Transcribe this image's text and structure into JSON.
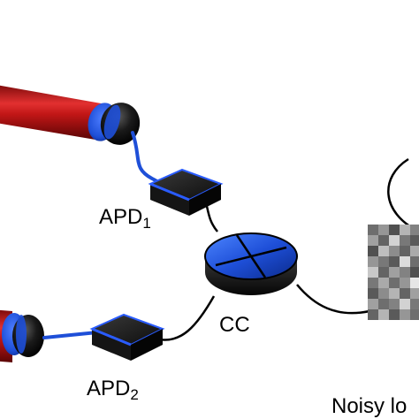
{
  "labels": {
    "apd1_main": "APD",
    "apd1_sub": "1",
    "apd2_main": "APD",
    "apd2_sub": "2",
    "cc": "CC",
    "noisy": "Noisy lo"
  },
  "colors": {
    "fiber_blue": "#1e4fd8",
    "box_accent": "#2a5cff",
    "tube_red": "#c01616",
    "cap_black": "#0a0a0a",
    "cable": "#000000"
  },
  "icons": {
    "apd_box": "detector-box-icon",
    "cc_unit": "coincidence-counter-icon",
    "fiber_coupler": "fiber-coupler-icon",
    "noisy_image": "noisy-pixel-image"
  },
  "noisy_grid": {
    "cols": 5,
    "rows": 9,
    "values": [
      0.35,
      0.55,
      0.2,
      0.7,
      0.45,
      0.6,
      0.3,
      0.85,
      0.4,
      0.25,
      0.2,
      0.75,
      0.5,
      0.3,
      0.65,
      0.55,
      0.4,
      0.25,
      0.9,
      0.35,
      0.8,
      0.3,
      0.6,
      0.45,
      0.2,
      0.4,
      0.65,
      0.35,
      0.55,
      0.95,
      0.25,
      0.5,
      0.7,
      0.3,
      0.6,
      0.6,
      0.35,
      0.45,
      0.85,
      0.4,
      0.3,
      0.7,
      0.25,
      0.55,
      0.35
    ]
  }
}
